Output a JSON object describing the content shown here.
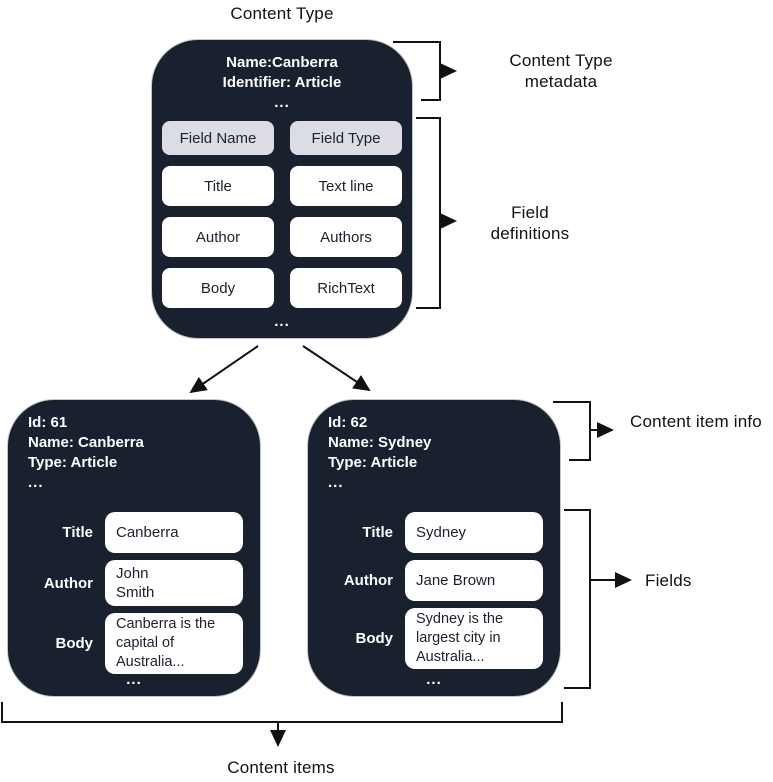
{
  "title": "Content Type",
  "colors": {
    "card_bg": "#1a212e",
    "header_cell_bg": "#dcdde4",
    "cell_bg": "#ffffff",
    "connector": "#111111"
  },
  "type_card": {
    "name": "Name:Canberra",
    "identifier": "Identifier: Article",
    "more": "...",
    "header": [
      "Field Name",
      "Field Type"
    ],
    "rows": [
      [
        "Title",
        "Text line"
      ],
      [
        "Author",
        "Authors"
      ],
      [
        "Body",
        "RichText"
      ]
    ],
    "more_bottom": "..."
  },
  "annotations": {
    "metadata": "Content Type metadata",
    "field_definitions": "Field definitions",
    "item_info": "Content item info",
    "fields": "Fields",
    "items": "Content items"
  },
  "items": [
    {
      "id": "Id: 61",
      "name": "Name: Canberra",
      "type": "Type: Article",
      "more": "...",
      "fields": [
        {
          "label": "Title",
          "value": "Canberra"
        },
        {
          "label": "Author",
          "value": "John\nSmith"
        },
        {
          "label": "Body",
          "value": "Canberra is the\ncapital of\nAustralia..."
        }
      ],
      "more_bottom": "..."
    },
    {
      "id": "Id: 62",
      "name": "Name: Sydney",
      "type": "Type: Article",
      "more": "...",
      "fields": [
        {
          "label": "Title",
          "value": "Sydney"
        },
        {
          "label": "Author",
          "value": "Jane Brown"
        },
        {
          "label": "Body",
          "value": "Sydney is the\nlargest city in\nAustralia..."
        }
      ],
      "more_bottom": "..."
    }
  ]
}
